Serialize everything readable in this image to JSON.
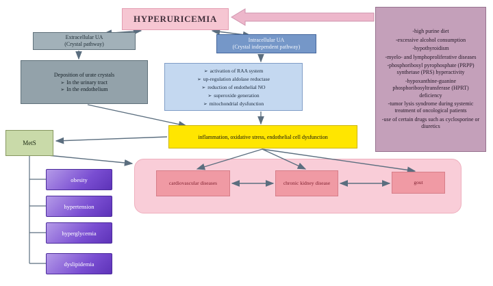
{
  "title": "HYPERURICEMIA",
  "bullet_glyph": "➢",
  "pathways": {
    "extracellular": {
      "line1": "Extracellular UA",
      "line2": "(Crystal pathway)"
    },
    "intracellular": {
      "line1": "Intracellular UA",
      "line2": "(Crystal independent pathway)"
    }
  },
  "deposition": {
    "title": "Deposition of urate crystals",
    "items": [
      "In the urinary tract",
      "In the endothelium"
    ]
  },
  "mechanisms": {
    "items": [
      "activation of RAA system",
      "up-regulation aldolase reductase",
      "reduction of endothelial NO",
      "superoxide generation",
      "mitochondrial dysfunction"
    ]
  },
  "inflammation": {
    "label": "inflammation, oxidative stress, endothelial cell dysfunction"
  },
  "mets": {
    "label": "MetS",
    "components": [
      "obesity",
      "hypertension",
      "hyperglycemia",
      "dyslipidemia"
    ]
  },
  "outcomes": {
    "items": [
      "cardiovascular diseases",
      "chronic kidney disease",
      "gout"
    ]
  },
  "causes": {
    "items": [
      "-high purine diet",
      "-excessive alcohol consumption",
      "-hypothyroidism",
      "-myelo- and lymphoproliferative diseases",
      "-phosphoribosyl pyrophosphate (PRPP) synthetase (PRS) hyperactivity",
      "-hypoxanthine-guanine phosphoribosyltransferase (HPRT) deficiency",
      "-tumor lysis syndrome during systemic treatment of oncological patients",
      "-use of certain drugs such as cyclosporine or diuretics"
    ]
  },
  "colors": {
    "hyperuricemia_fill": "#f6c6d2",
    "pathway_gray": "#a2b1b9",
    "pathway_blue": "#7597c8",
    "mechanisms_blue": "#c4d8f0",
    "inflammation_yellow": "#ffe600",
    "mets_green": "#c9daa9",
    "component_purple": "#7a4ed2",
    "outcomes_container_pink": "#f9cdd8",
    "outcome_salmon": "#f09aa4",
    "causes_mauve": "#c4a0ba",
    "connector_gray": "#5b6e7f"
  }
}
